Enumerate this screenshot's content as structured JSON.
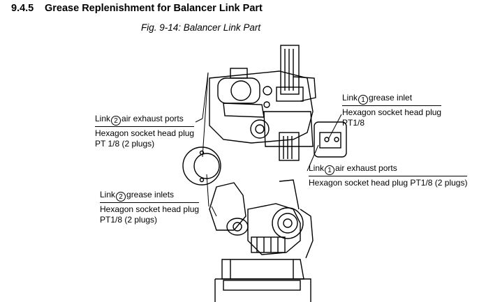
{
  "section": {
    "number": "9.4.5",
    "title": "Grease Replenishment for Balancer Link Part"
  },
  "figure": {
    "caption": "Fig. 9-14: Balancer Link Part"
  },
  "callouts": {
    "link1_inlet": {
      "prefix": "Link",
      "num": "1",
      "suffix": "grease inlet",
      "line2": "Hexagon socket head plug",
      "line3": "PT1/8"
    },
    "link2_exhaust": {
      "prefix": "Link",
      "num": "2",
      "suffix": "air exhaust ports",
      "line2": "Hexagon socket head plug",
      "line3": "PT 1/8 (2 plugs)"
    },
    "link1_exhaust": {
      "prefix": "Link",
      "num": "1",
      "suffix": "air exhaust ports",
      "line2": "Hexagon socket head plug PT1/8 (2 plugs)"
    },
    "link2_inlets": {
      "prefix": "Link",
      "num": "2",
      "suffix": "grease inlets",
      "line2": "Hexagon socket head plug",
      "line3": "PT1/8 (2 plugs)"
    }
  }
}
